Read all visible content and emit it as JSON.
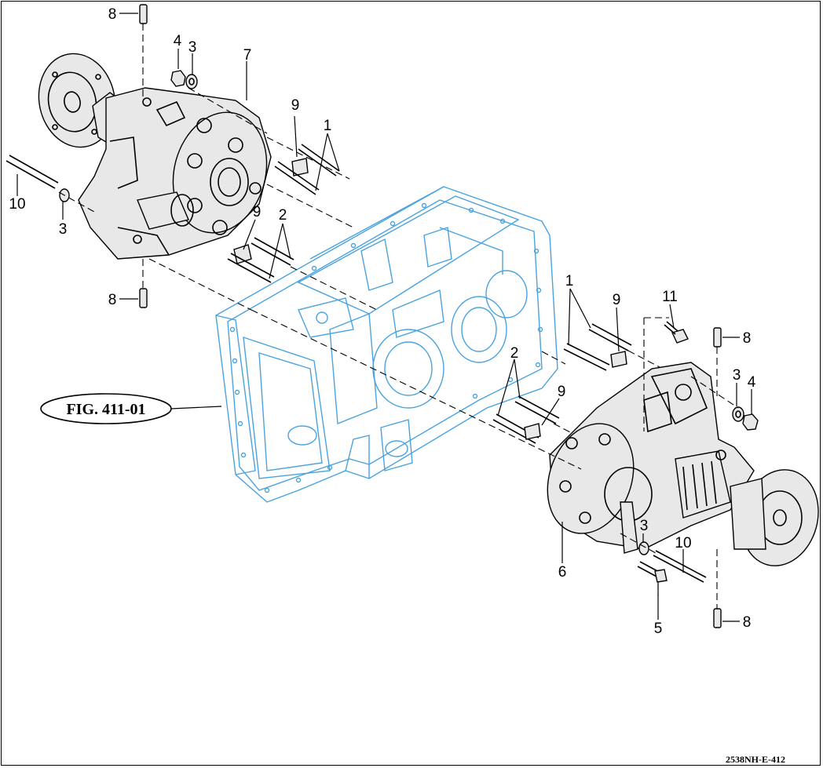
{
  "figure_ref": "FIG. 411-01",
  "doc_id": "2538NH-E-412",
  "callouts": {
    "c8_top_left": "8",
    "c4_left": "4",
    "c3_left_top": "3",
    "c7": "7",
    "c9_left_upper": "9",
    "c1_left": "1",
    "c10_left": "10",
    "c3_left_bottom": "3",
    "c9_left_lower": "9",
    "c2_left": "2",
    "c8_left_bottom": "8",
    "c1_right": "1",
    "c9_right_upper": "9",
    "c11": "11",
    "c8_right_top": "8",
    "c2_right": "2",
    "c9_right_lower": "9",
    "c3_right_top": "3",
    "c4_right": "4",
    "c3_right_bottom": "3",
    "c10_right": "10",
    "c6": "6",
    "c5": "5",
    "c8_right_bottom": "8"
  }
}
